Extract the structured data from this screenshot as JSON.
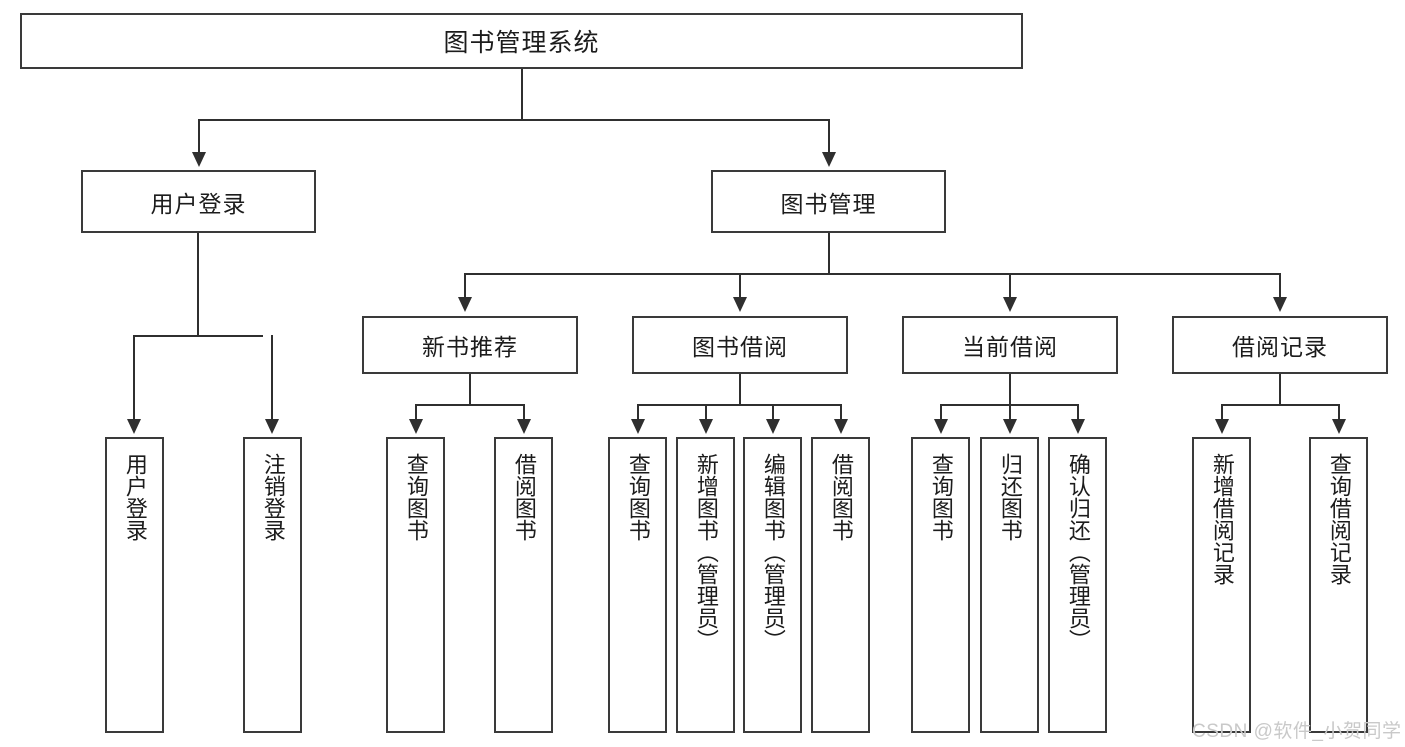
{
  "diagram": {
    "type": "tree",
    "title": "图书管理系统",
    "watermark": "CSDN @软件_小贺同学",
    "colors": {
      "box_border": "#3a3a3a",
      "connector": "#2f2f2f",
      "background": "#ffffff",
      "text": "#1c1c1c",
      "watermark": "#c9c9c9"
    },
    "root": {
      "label": "图书管理系统"
    },
    "level1": [
      {
        "label": "用户登录"
      },
      {
        "label": "图书管理"
      }
    ],
    "level2": [
      {
        "label": "新书推荐"
      },
      {
        "label": "图书借阅"
      },
      {
        "label": "当前借阅"
      },
      {
        "label": "借阅记录"
      }
    ],
    "leaves": {
      "user_login": [
        {
          "label": "用户登录"
        },
        {
          "label": "注销登录"
        }
      ],
      "new_book_recommend": [
        {
          "label": "查询图书"
        },
        {
          "label": "借阅图书"
        }
      ],
      "book_borrow": [
        {
          "label": "查询图书"
        },
        {
          "label": "新增图书（管理员）"
        },
        {
          "label": "编辑图书（管理员）"
        },
        {
          "label": "借阅图书"
        }
      ],
      "current_borrow": [
        {
          "label": "查询图书"
        },
        {
          "label": "归还图书"
        },
        {
          "label": "确认归还（管理员）"
        }
      ],
      "borrow_record": [
        {
          "label": "新增借阅记录"
        },
        {
          "label": "查询借阅记录"
        }
      ]
    }
  }
}
